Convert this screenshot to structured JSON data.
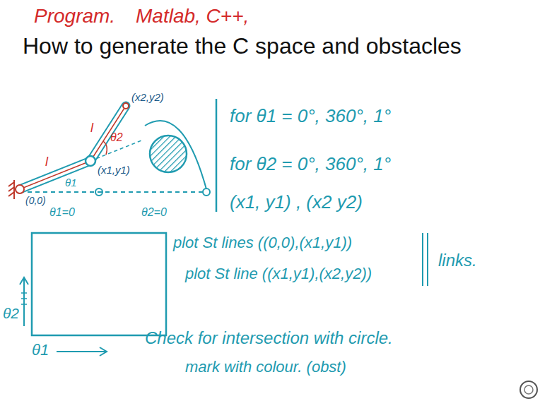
{
  "diagram": {
    "title": "How to generate the C space and obstacles",
    "labels": [
      "Program.",
      "Matlab, C++,",
      "(x2,y2)",
      "l",
      "l",
      "θ2",
      "(x1,y1)",
      "(0,0)",
      "θ1",
      "θ1=0",
      "θ2=0",
      "for θ1 = 0°, 360°, 1°",
      "for θ2 = 0°, 360°, 1°",
      "(x1, y1) , (x2 y2)",
      "θ2",
      "θ1",
      "plot St lines ((0,0),(x1,y1))",
      "plot St line ((x1,y1),(x2,y2))",
      "links.",
      "Check for intersection with circle.",
      "mark with colour. (obst)"
    ]
  }
}
